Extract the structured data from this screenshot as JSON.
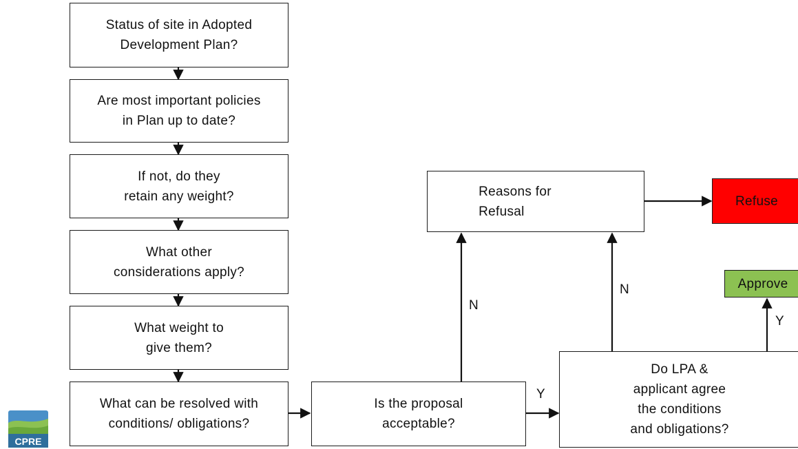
{
  "flowchart": {
    "steps": [
      {
        "text": "Status of site in Adopted\nDevelopment Plan?"
      },
      {
        "text": "Are most important policies\nin Plan up to date?"
      },
      {
        "text": "If not, do they\nretain any weight?"
      },
      {
        "text": "What other\nconsiderations apply?"
      },
      {
        "text": "What weight to\ngive them?"
      },
      {
        "text": "What can be resolved with\nconditions/ obligations?"
      }
    ],
    "proposal": {
      "text": "Is the proposal\nacceptable?"
    },
    "agreement": {
      "text": "Do LPA &\napplicant agree\nthe conditions\nand obligations?"
    },
    "refusal_reasons": {
      "text": "Reasons for\nRefusal"
    },
    "refuse": {
      "text": "Refuse",
      "color": "#ff0000"
    },
    "approve": {
      "text": "Approve",
      "color": "#8cc152"
    },
    "edge_labels": {
      "proposal_yes": "Y",
      "proposal_no": "N",
      "agreement_no": "N",
      "agreement_yes": "Y"
    }
  },
  "logo": {
    "text": "CPRE",
    "colors": {
      "sky": "#4a90c8",
      "hill": "#8cc152",
      "base": "#2f6f9c"
    }
  }
}
